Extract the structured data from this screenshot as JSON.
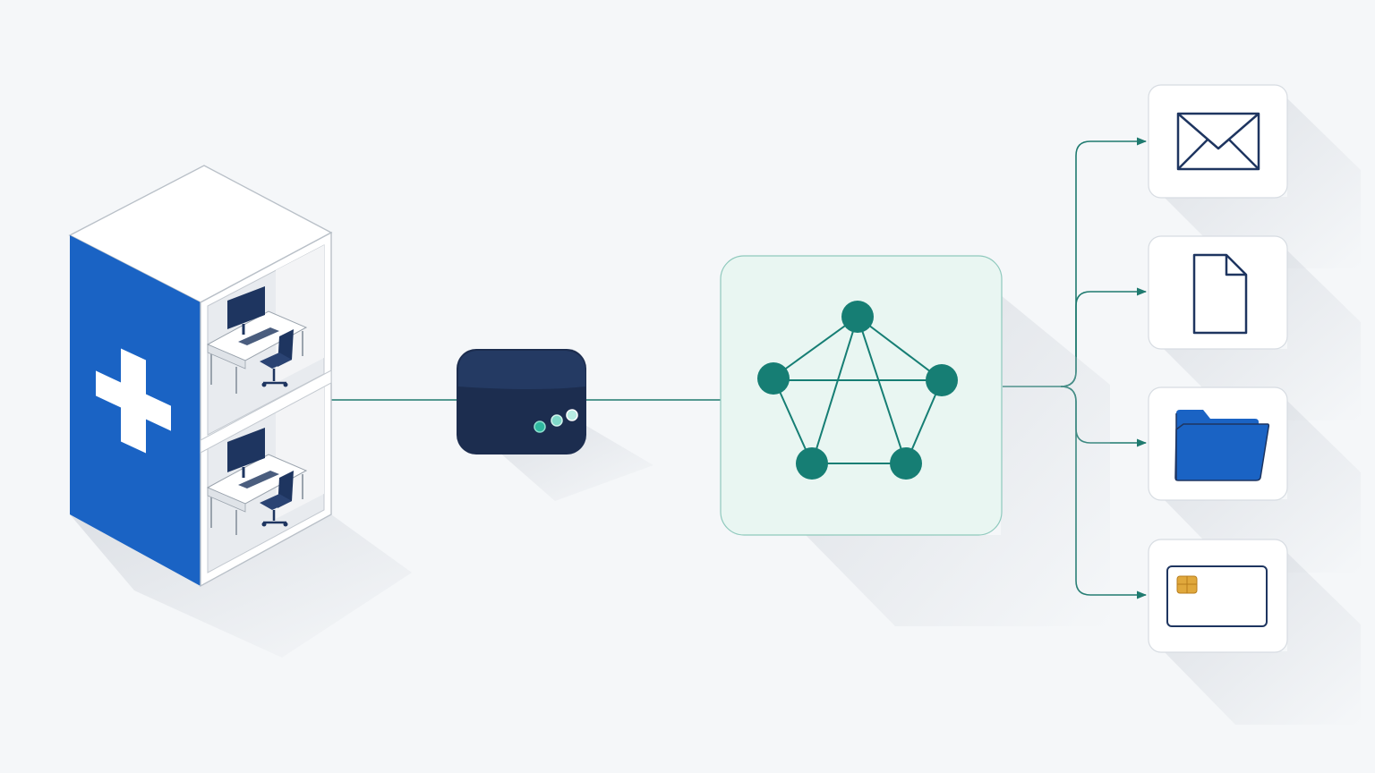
{
  "diagram": {
    "background": "#f5f7f9",
    "colors": {
      "hospital_blue": "#1a63c4",
      "navy": "#1e3560",
      "router_dark": "#1c2d4f",
      "teal": "#167e74",
      "teal_panel_fill": "#e9f6f2",
      "connector_line": "#1f7a6f",
      "card_fill": "#ffffff",
      "card_border": "#d7dce2",
      "chip_gold": "#e0a83c"
    },
    "nodes": [
      {
        "id": "hospital",
        "icon": "hospital-building-icon",
        "label": ""
      },
      {
        "id": "router",
        "icon": "network-router-icon",
        "label": ""
      },
      {
        "id": "hub",
        "icon": "network-graph-icon",
        "label": ""
      }
    ],
    "outputs": [
      {
        "id": "email",
        "icon": "envelope-icon"
      },
      {
        "id": "document",
        "icon": "document-icon"
      },
      {
        "id": "folder",
        "icon": "folder-icon"
      },
      {
        "id": "card",
        "icon": "smart-card-icon"
      }
    ]
  }
}
